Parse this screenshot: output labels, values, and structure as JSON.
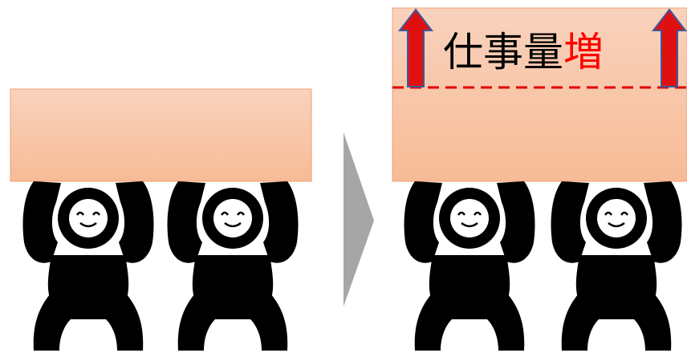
{
  "before": {
    "box_color_top": "#f9d2bd",
    "box_color_bottom": "#f7bb96",
    "box_border": "#f2a070",
    "lifters": 2
  },
  "transition_arrow": {
    "color": "#a6a6a6",
    "icon": "chevron-right-arrow"
  },
  "after": {
    "box_color_top": "#f9d2bd",
    "box_color_bottom": "#f7bb96",
    "box_border": "#f2a070",
    "lifters": 2,
    "label_prefix": "仕事量",
    "label_highlight": "増",
    "label_color": "#000000",
    "highlight_color": "#ff0000",
    "increase_line_color": "#e00000",
    "up_arrow_fill": "#e01010",
    "up_arrow_outline": "#3a5aa0"
  },
  "figure": {
    "color": "#000000",
    "face_color": "#ffffff"
  }
}
